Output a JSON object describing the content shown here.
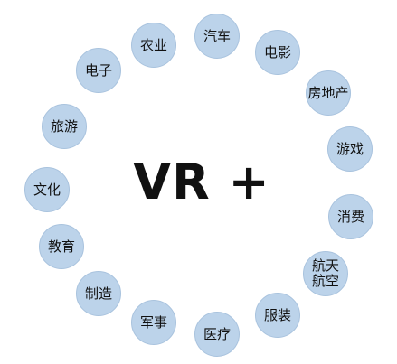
{
  "diagram": {
    "center_text": "VR +",
    "nodes": [
      {
        "label": "农业"
      },
      {
        "label": "汽车"
      },
      {
        "label": "电影"
      },
      {
        "label": "房地产"
      },
      {
        "label": "游戏"
      },
      {
        "label": "消费"
      },
      {
        "label": "航天\n航空"
      },
      {
        "label": "服装"
      },
      {
        "label": "医疗"
      },
      {
        "label": "军事"
      },
      {
        "label": "制造"
      },
      {
        "label": "教育"
      },
      {
        "label": "文化"
      },
      {
        "label": "旅游"
      },
      {
        "label": "电子"
      }
    ],
    "colors": {
      "node_fill": "#bcd3ea",
      "node_border": "#a9c3de",
      "text": "#111111",
      "background": "#ffffff"
    }
  }
}
